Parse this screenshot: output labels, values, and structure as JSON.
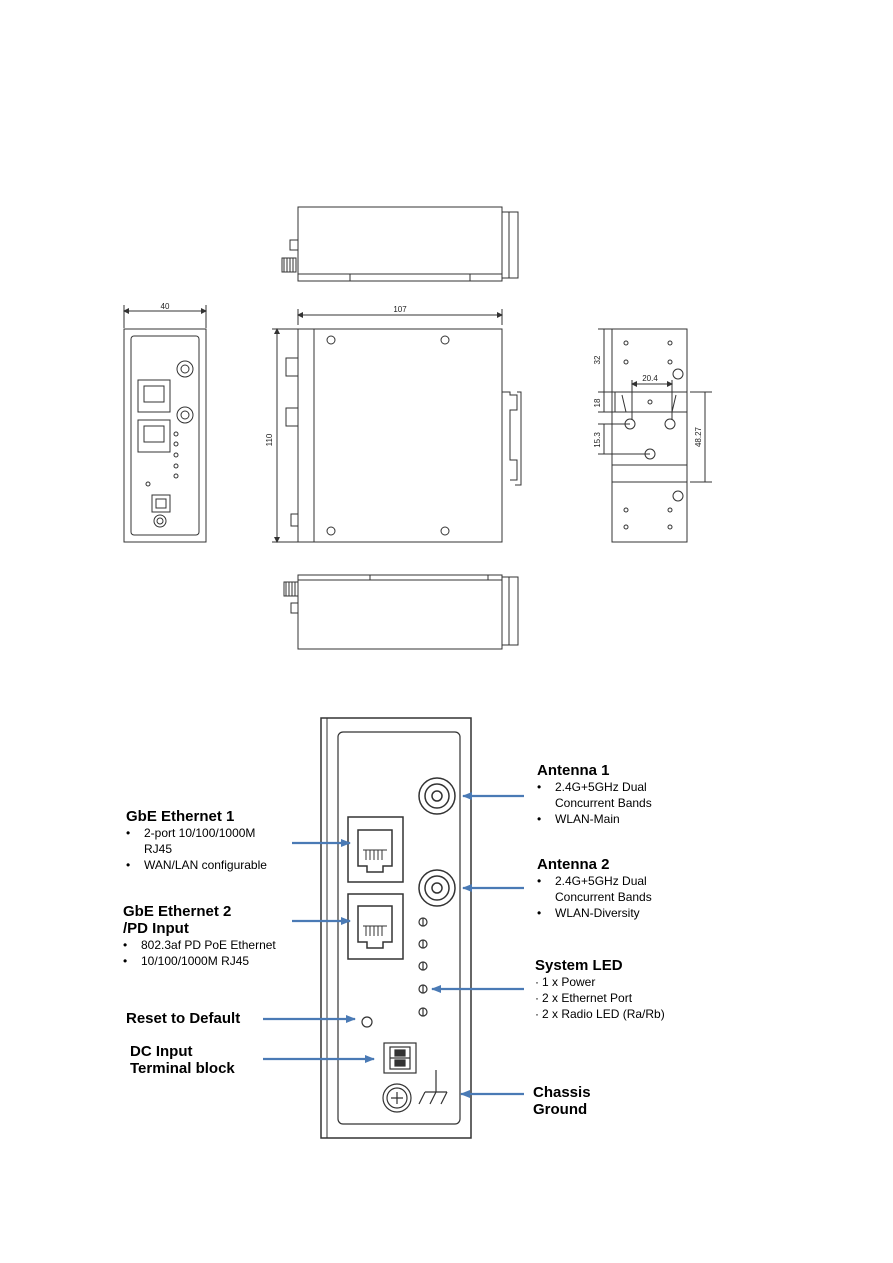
{
  "dimensions": {
    "width": "40",
    "length": "107",
    "height": "110",
    "din_32": "32",
    "din_18": "18",
    "din_15_3": "15.3",
    "din_20_4": "20.4",
    "din_48_27": "48.27"
  },
  "callouts": {
    "gbe1": {
      "title": "GbE Ethernet 1",
      "items": [
        "2-port 10/100/1000M",
        "RJ45",
        "WAN/LAN configurable"
      ]
    },
    "gbe2": {
      "title_line1": "GbE Ethernet 2",
      "title_line2": "/PD Input",
      "items": [
        "802.3af PD PoE Ethernet",
        "10/100/1000M RJ45"
      ]
    },
    "reset": {
      "title": "Reset to Default"
    },
    "dc": {
      "title_line1": "DC Input",
      "title_line2": "Terminal block"
    },
    "ant1": {
      "title": "Antenna 1",
      "items": [
        "2.4G+5GHz Dual",
        "Concurrent Bands",
        "WLAN-Main"
      ]
    },
    "ant2": {
      "title": "Antenna 2",
      "items": [
        "2.4G+5GHz Dual",
        "Concurrent Bands",
        "WLAN-Diversity"
      ]
    },
    "led": {
      "title": "System LED",
      "items": [
        "1 x Power",
        "2 x Ethernet Port",
        "2 x Radio LED (Ra/Rb)"
      ]
    },
    "ground": {
      "title_line1": "Chassis",
      "title_line2": "Ground"
    }
  },
  "icons": {
    "bullet": "•",
    "square_bullet": "·"
  },
  "colors": {
    "arrow": "#4a7ab5",
    "line": "#333333"
  }
}
